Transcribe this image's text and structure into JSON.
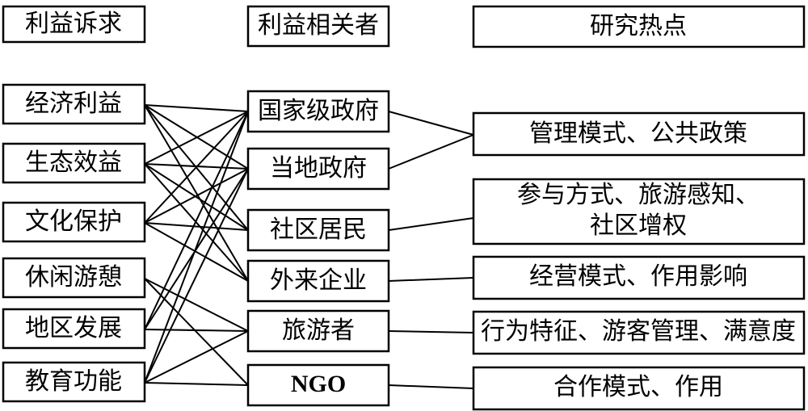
{
  "headers": {
    "interest_demands": "利益诉求",
    "stakeholders": "利益相关者",
    "research_hotspots": "研究热点"
  },
  "interests": [
    "经济利益",
    "生态效益",
    "文化保护",
    "休闲游憩",
    "地区发展",
    "教育功能"
  ],
  "stakeholders": [
    "国家级政府",
    "当地政府",
    "社区居民",
    "外来企业",
    "旅游者",
    "NGO"
  ],
  "hotspots": [
    {
      "lines": [
        "管理模式、公共政策"
      ]
    },
    {
      "lines": [
        "参与方式、旅游感知、",
        "社区增权"
      ]
    },
    {
      "lines": [
        "经营模式、作用影响"
      ]
    },
    {
      "lines": [
        "行为特征、游客管理、满意度"
      ]
    },
    {
      "lines": [
        "合作模式、作用"
      ]
    }
  ],
  "interest_links": [
    [
      0,
      0
    ],
    [
      0,
      1
    ],
    [
      0,
      2
    ],
    [
      0,
      3
    ],
    [
      1,
      0
    ],
    [
      1,
      1
    ],
    [
      1,
      2
    ],
    [
      1,
      3
    ],
    [
      2,
      0
    ],
    [
      2,
      1
    ],
    [
      2,
      2
    ],
    [
      2,
      3
    ],
    [
      3,
      4
    ],
    [
      3,
      5
    ],
    [
      4,
      0
    ],
    [
      4,
      1
    ],
    [
      4,
      4
    ],
    [
      5,
      0
    ],
    [
      5,
      1
    ],
    [
      5,
      4
    ],
    [
      5,
      5
    ]
  ],
  "hotspot_links": [
    [
      0,
      0
    ],
    [
      1,
      0
    ],
    [
      2,
      1
    ],
    [
      3,
      2
    ],
    [
      4,
      3
    ],
    [
      5,
      4
    ]
  ]
}
